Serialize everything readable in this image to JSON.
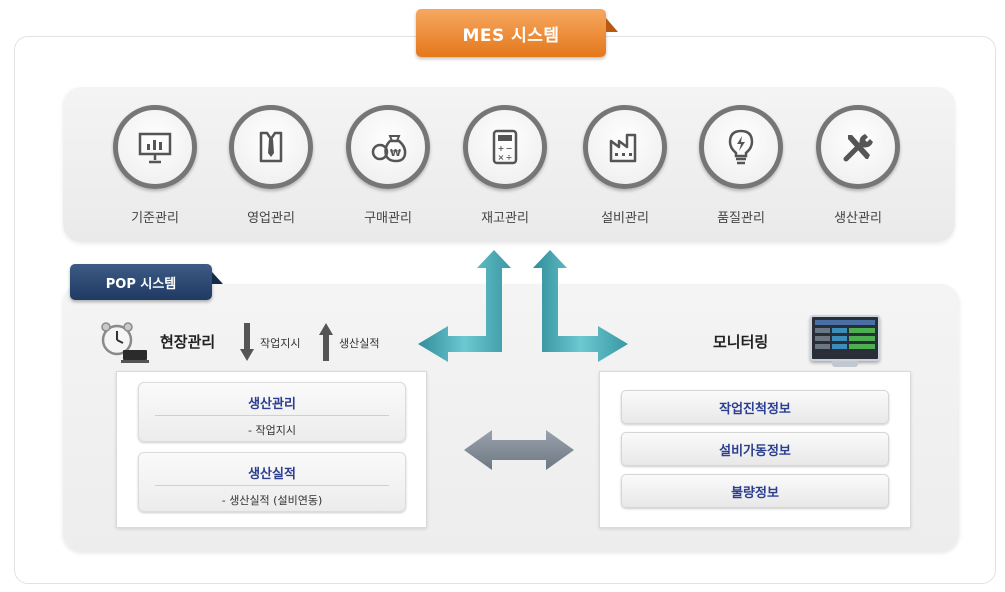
{
  "mes": {
    "title": "MES 시스템",
    "modules": [
      {
        "label": "기준관리",
        "icon": "presentation-board-icon"
      },
      {
        "label": "영업관리",
        "icon": "shirt-tie-icon"
      },
      {
        "label": "구매관리",
        "icon": "money-bag-icon"
      },
      {
        "label": "재고관리",
        "icon": "calculator-icon"
      },
      {
        "label": "설비관리",
        "icon": "factory-icon"
      },
      {
        "label": "품질관리",
        "icon": "lightbulb-icon"
      },
      {
        "label": "생산관리",
        "icon": "tools-icon"
      }
    ]
  },
  "pop": {
    "title": "POP 시스템",
    "field": {
      "title": "현장관리",
      "down_note": "작업지시",
      "up_note": "생산실적",
      "cards": [
        {
          "title": "생산관리",
          "sub": "- 작업지시"
        },
        {
          "title": "생산실적",
          "sub": "- 생산실적 (설비연동)"
        }
      ]
    },
    "monitor": {
      "title": "모니터링",
      "items": [
        "작업진척정보",
        "설비가동정보",
        "불량정보"
      ]
    }
  },
  "colors": {
    "mes_tab": "#e4781c",
    "pop_tab": "#1f3a63",
    "teal_arrow": "#5db8c2",
    "grey_arrow": "#7e8a96",
    "card_title": "#2b3e8f"
  }
}
